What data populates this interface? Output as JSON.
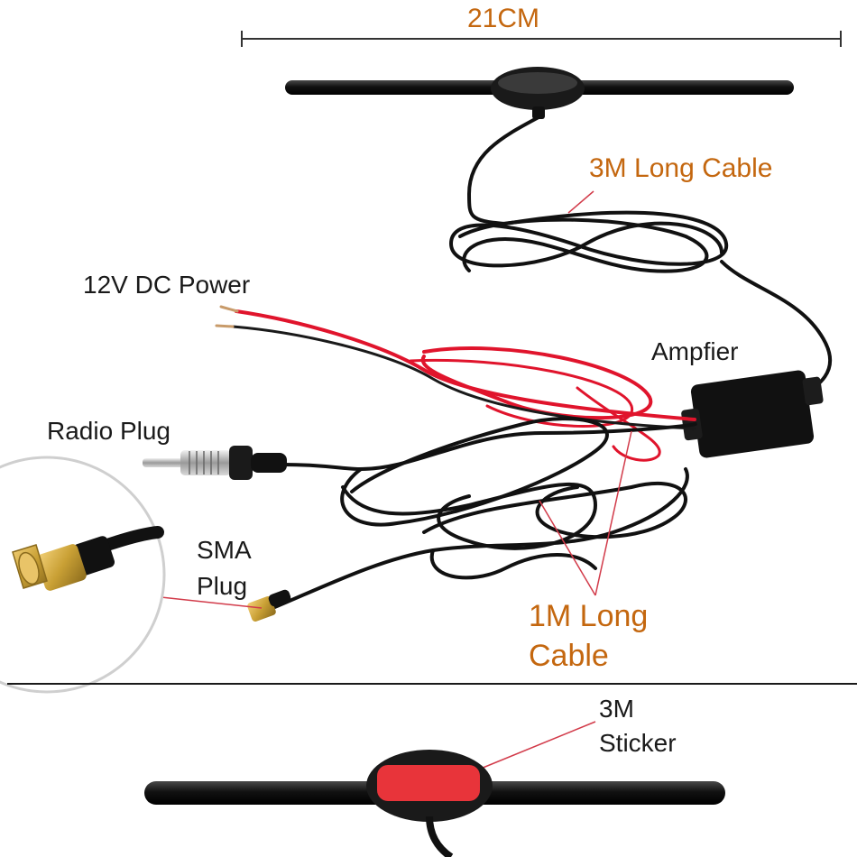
{
  "labels": {
    "width_dimension": "21CM",
    "long_cable_3m": "3M Long Cable",
    "power": "12V DC Power",
    "amplifier": "Ampfier",
    "radio_plug": "Radio Plug",
    "sma_plug_line1": "SMA",
    "sma_plug_line2": "Plug",
    "long_cable_1m_line1": "1M Long",
    "long_cable_1m_line2": "Cable",
    "sticker_line1": "3M",
    "sticker_line2": "Sticker"
  },
  "colors": {
    "label_accent": "#c4670f",
    "label_dark": "#1a1a1a",
    "cable_black": "#111111",
    "cable_red": "#e0142c",
    "sticker_red": "#e8343a",
    "gold_connector": "#c9a035"
  }
}
